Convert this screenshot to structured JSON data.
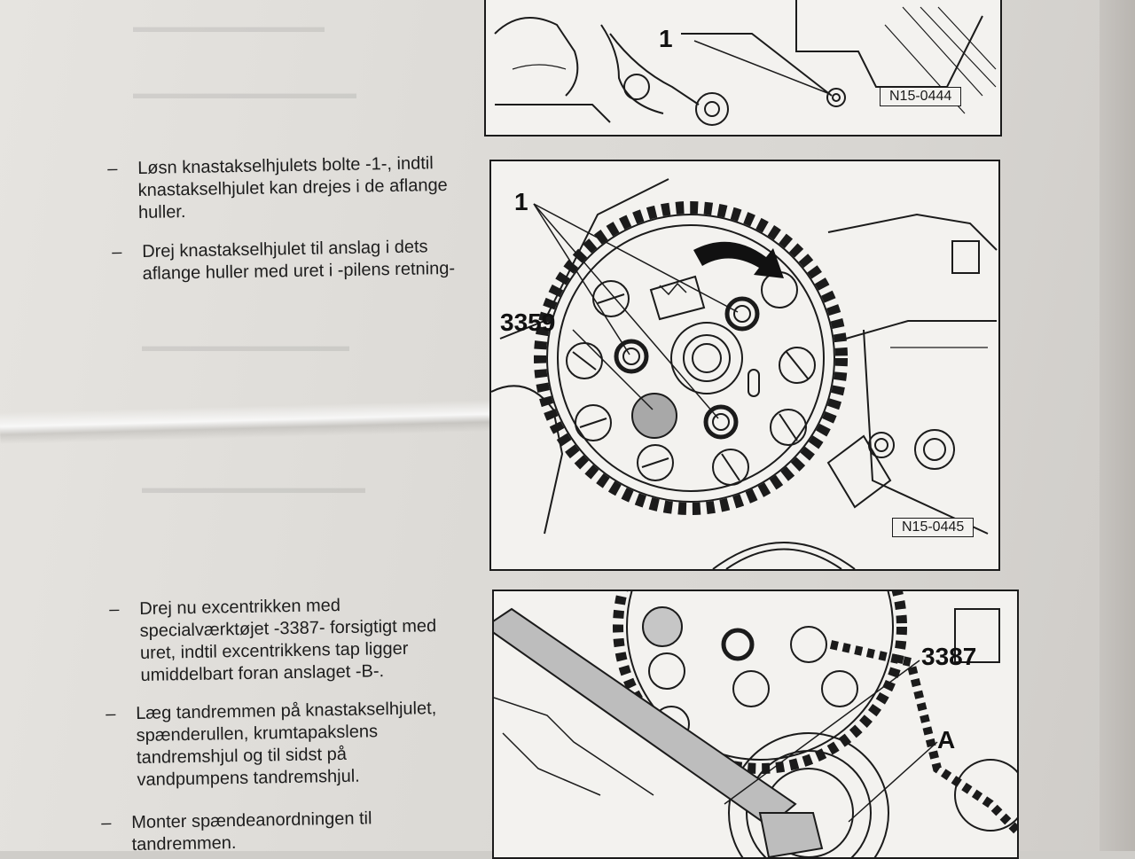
{
  "steps": [
    {
      "dash": "–",
      "text": "Løsn knastakselhjulets bolte -1-, indtil\nknastakselhjulet kan drejes i de aflange\nhuller."
    },
    {
      "dash": "–",
      "text": "Drej knastakselhjulet til anslag i dets\naflange huller med uret i -pilens retning-"
    },
    {
      "dash": "–",
      "text": "Drej nu excentrikken med\nspecialværktøjet -3387- forsigtigt med\nuret, indtil excentrikkens tap ligger\numiddelbart foran anslaget -B-."
    },
    {
      "dash": "–",
      "text": "Læg tandremmen på knastakselhjulet,\nspænderullen, krumtapakslens\ntandremshjul og til sidst på\nvandpumpens tandremshjul."
    },
    {
      "dash": "–",
      "text": "Monter spændeanordningen til\ntandremmen."
    }
  ],
  "figures": [
    {
      "code": "N15-0444",
      "callouts": [
        "1"
      ]
    },
    {
      "code": "N15-0445",
      "callouts": [
        "1",
        "3359"
      ]
    },
    {
      "code": "",
      "callouts": [
        "3387",
        "A"
      ]
    }
  ],
  "colors": {
    "paper": "#e3e1dd",
    "ink": "#1b1b1b",
    "figure_bg": "#f3f2ef"
  }
}
